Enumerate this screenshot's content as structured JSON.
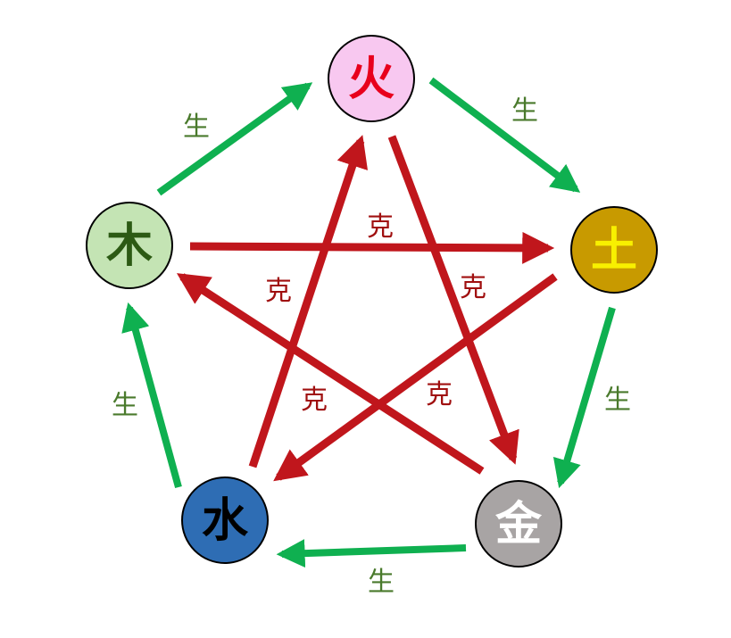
{
  "elements": {
    "fire": {
      "char": "火",
      "fill": "#f8c8f0",
      "text_color": "#e8001c"
    },
    "earth": {
      "char": "土",
      "fill": "#c89a00",
      "text_color": "#f8f000"
    },
    "metal": {
      "char": "金",
      "fill": "#a8a4a4",
      "text_color": "#ffffff"
    },
    "water": {
      "char": "水",
      "fill": "#2e6db4",
      "text_color": "#000000"
    },
    "wood": {
      "char": "木",
      "fill": "#c4e4b4",
      "text_color": "#2c5a14"
    }
  },
  "generating_cycle": {
    "label": "生",
    "color": "#0fb050",
    "label_color": "#4a7a2c",
    "arrows": [
      {
        "from": "wood",
        "to": "fire"
      },
      {
        "from": "fire",
        "to": "earth"
      },
      {
        "from": "earth",
        "to": "metal"
      },
      {
        "from": "metal",
        "to": "water"
      },
      {
        "from": "water",
        "to": "wood"
      }
    ]
  },
  "overcoming_cycle": {
    "label": "克",
    "color": "#c0161c",
    "label_color": "#a01010",
    "arrows": [
      {
        "from": "wood",
        "to": "earth"
      },
      {
        "from": "fire",
        "to": "metal"
      },
      {
        "from": "earth",
        "to": "water"
      },
      {
        "from": "metal",
        "to": "wood"
      },
      {
        "from": "water",
        "to": "fire"
      }
    ]
  }
}
